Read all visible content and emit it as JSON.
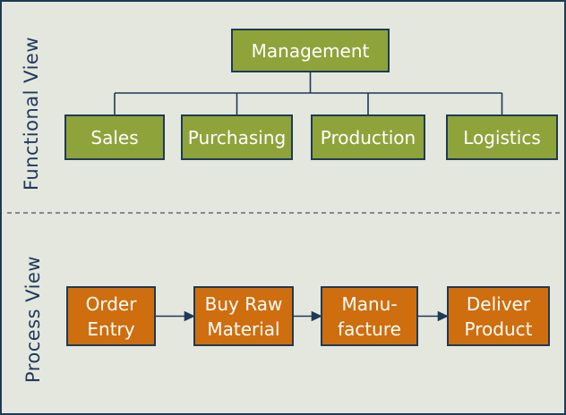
{
  "functional": {
    "label": "Functional View",
    "root": "Management",
    "children": [
      {
        "label": "Sales"
      },
      {
        "label": "Purchasing"
      },
      {
        "label": "Production"
      },
      {
        "label": "Logistics"
      }
    ]
  },
  "process": {
    "label": "Process View",
    "steps": [
      {
        "label": "Order\nEntry"
      },
      {
        "label": "Buy Raw\nMaterial"
      },
      {
        "label": "Manu-\nfacture"
      },
      {
        "label": "Deliver\nProduct"
      }
    ]
  },
  "colors": {
    "background": "#e3e7de",
    "functional_box_fill": "#8fa33b",
    "process_box_fill": "#cf6e0e",
    "line_and_border": "#1f3a54",
    "separator_dash": "#7e8a96",
    "box_text": "#ffffff",
    "side_label_text": "#223a5c"
  }
}
